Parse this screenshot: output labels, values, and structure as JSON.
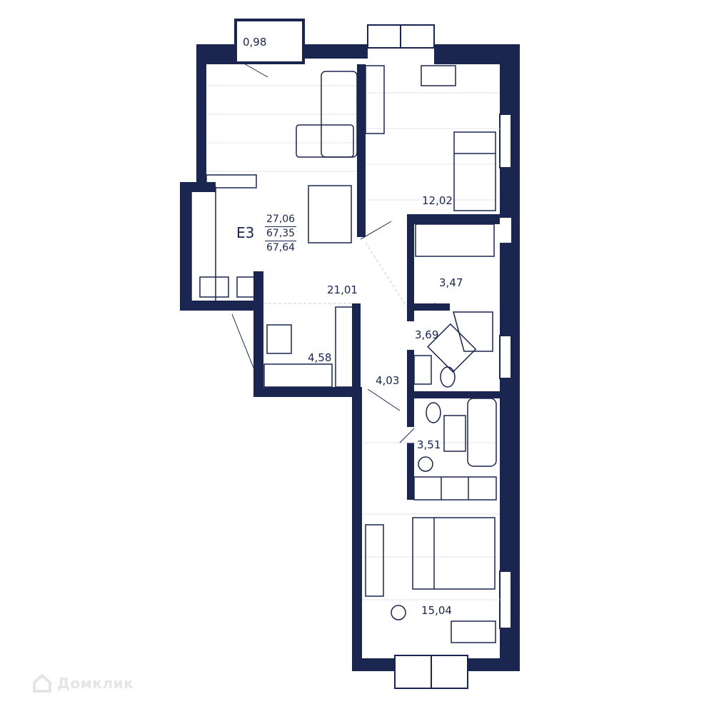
{
  "plan": {
    "code": "Е3",
    "living_area": "27,06",
    "total_area": "67,35",
    "total_area_with_balcony": "67,64"
  },
  "rooms": [
    {
      "id": "balcony",
      "area": "0,98"
    },
    {
      "id": "kitchen-living",
      "area": "21,01"
    },
    {
      "id": "bedroom-small",
      "area": "12,02"
    },
    {
      "id": "storage",
      "area": "3,47"
    },
    {
      "id": "bathroom",
      "area": "3,69"
    },
    {
      "id": "entry-hall",
      "area": "4,58"
    },
    {
      "id": "corridor",
      "area": "4,03"
    },
    {
      "id": "bathroom-2",
      "area": "3,51"
    },
    {
      "id": "bedroom-large",
      "area": "15,04"
    }
  ],
  "brand": {
    "name": "Домклик",
    "icon": "house-logo-icon"
  },
  "colors": {
    "wall": "#1a2550",
    "furniture_line": "#1a2550",
    "background": "#ffffff",
    "watermark": "#e5e5e5"
  }
}
